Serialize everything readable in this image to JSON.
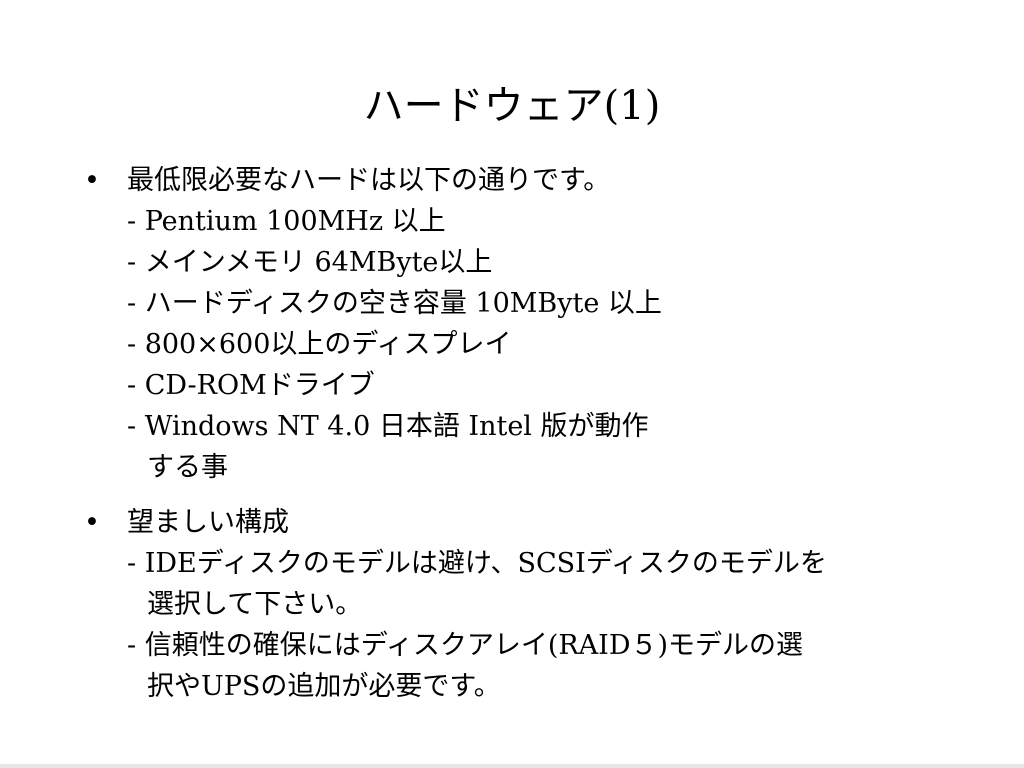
{
  "slide": {
    "title": "ハードウェア(1)",
    "bullets": [
      {
        "mark": "•",
        "text": "最低限必要なハードは以下の通りです。",
        "items": [
          {
            "line": "- Pentium 100MHz 以上"
          },
          {
            "line": "- メインメモリ 64MByte以上"
          },
          {
            "line": "- ハードディスクの空き容量 10MByte 以上"
          },
          {
            "line": "- 800×600以上のディスプレイ"
          },
          {
            "line": "- CD-ROMドライブ"
          },
          {
            "line": "- Windows NT 4.0 日本語 Intel 版が動作",
            "cont": "する事"
          }
        ]
      },
      {
        "mark": "•",
        "text": "望ましい構成",
        "items": [
          {
            "line": "- IDEディスクのモデルは避け、SCSIディスクのモデルを",
            "cont": "選択して下さい。"
          },
          {
            "line": "- 信頼性の確保にはディスクアレイ(RAID５)モデルの選",
            "cont": "択やUPSの追加が必要です。"
          }
        ]
      }
    ]
  }
}
